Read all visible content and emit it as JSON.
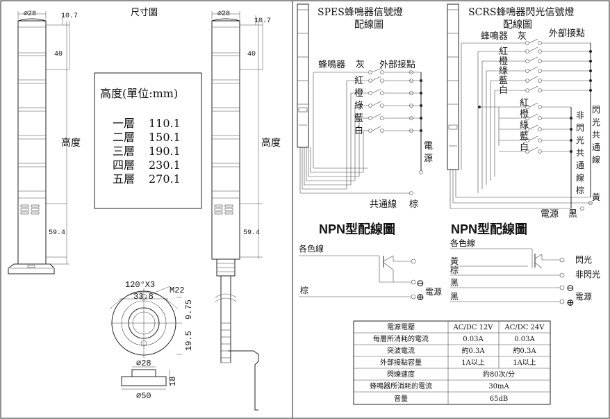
{
  "dimension_drawing": {
    "title": "尺寸圖",
    "dia_top": "⌀28",
    "offset_top": "10.7",
    "segment_height": "40",
    "height_label": "高度",
    "bottom_dim": "59.4",
    "height_table": {
      "title": "高度(單位:mm)",
      "rows": [
        {
          "tier": "一層",
          "value": "110.1"
        },
        {
          "tier": "二層",
          "value": "150.1"
        },
        {
          "tier": "三層",
          "value": "190.1"
        },
        {
          "tier": "四層",
          "value": "230.1"
        },
        {
          "tier": "五層",
          "value": "270.1"
        }
      ]
    },
    "top_view": {
      "angle": "120°X3",
      "width": "33.8",
      "screw": "M22",
      "dim_a": "9.75",
      "dim_b": "19.5"
    },
    "base_view": {
      "dia_top": "⌀28",
      "dia_bottom": "⌀50",
      "height": "18"
    }
  },
  "spes": {
    "title_line1": "SPES蜂鳴器信號燈",
    "title_line2": "配線圖",
    "buzzer_label": "蜂鳴器",
    "gray": "灰",
    "external": "外部接點",
    "colors": [
      "紅",
      "橙",
      "綠",
      "藍",
      "白"
    ],
    "power": [
      "電",
      "源"
    ],
    "common_label": "共通線",
    "brown": "棕"
  },
  "scrs": {
    "title_line1": "SCRS蜂鳴器閃光信號燈",
    "title_line2": "配線圖",
    "buzzer_label": "蜂鳴器",
    "gray": "灰",
    "external": "外部接點",
    "colors_upper": [
      "紅",
      "橙",
      "綠",
      "藍",
      "白"
    ],
    "colors_lower": [
      "紅",
      "橙",
      "綠",
      "藍",
      "白"
    ],
    "flash_common": [
      "閃",
      "光",
      "共",
      "通",
      "線"
    ],
    "nonflash_common": [
      "非",
      "閃",
      "光",
      "共",
      "通",
      "線",
      "棕"
    ],
    "yellow": "黃",
    "power_label": "電源",
    "black": "黑"
  },
  "npn_left": {
    "title": "NPN型配線圖",
    "each_color": "各色線",
    "brown": "棕",
    "power": "電源",
    "minus": "⊖",
    "plus": "⊕"
  },
  "npn_right": {
    "title": "NPN型配線圖",
    "each_color": "各色線",
    "yellow": "黃",
    "brown": "棕",
    "black1": "黑",
    "black2": "黑",
    "flash": "閃光",
    "nonflash": "非閃光",
    "power": "電源",
    "minus": "⊖",
    "plus": "⊕"
  },
  "spec_table": {
    "headers": [
      "電源電壓",
      "AC/DC 12V",
      "AC/DC 24V"
    ],
    "rows": [
      [
        "每層所消耗的電流",
        "0.03A",
        "0.03A"
      ],
      [
        "突波電流",
        "約0.3A",
        "約0.3A"
      ],
      [
        "外部接點容量",
        "1A以上",
        "1A以上"
      ],
      [
        "閃爍速度",
        "約80次/分"
      ],
      [
        "蜂鳴器所消耗的電流",
        "30mA"
      ],
      [
        "音量",
        "65dB"
      ]
    ]
  }
}
